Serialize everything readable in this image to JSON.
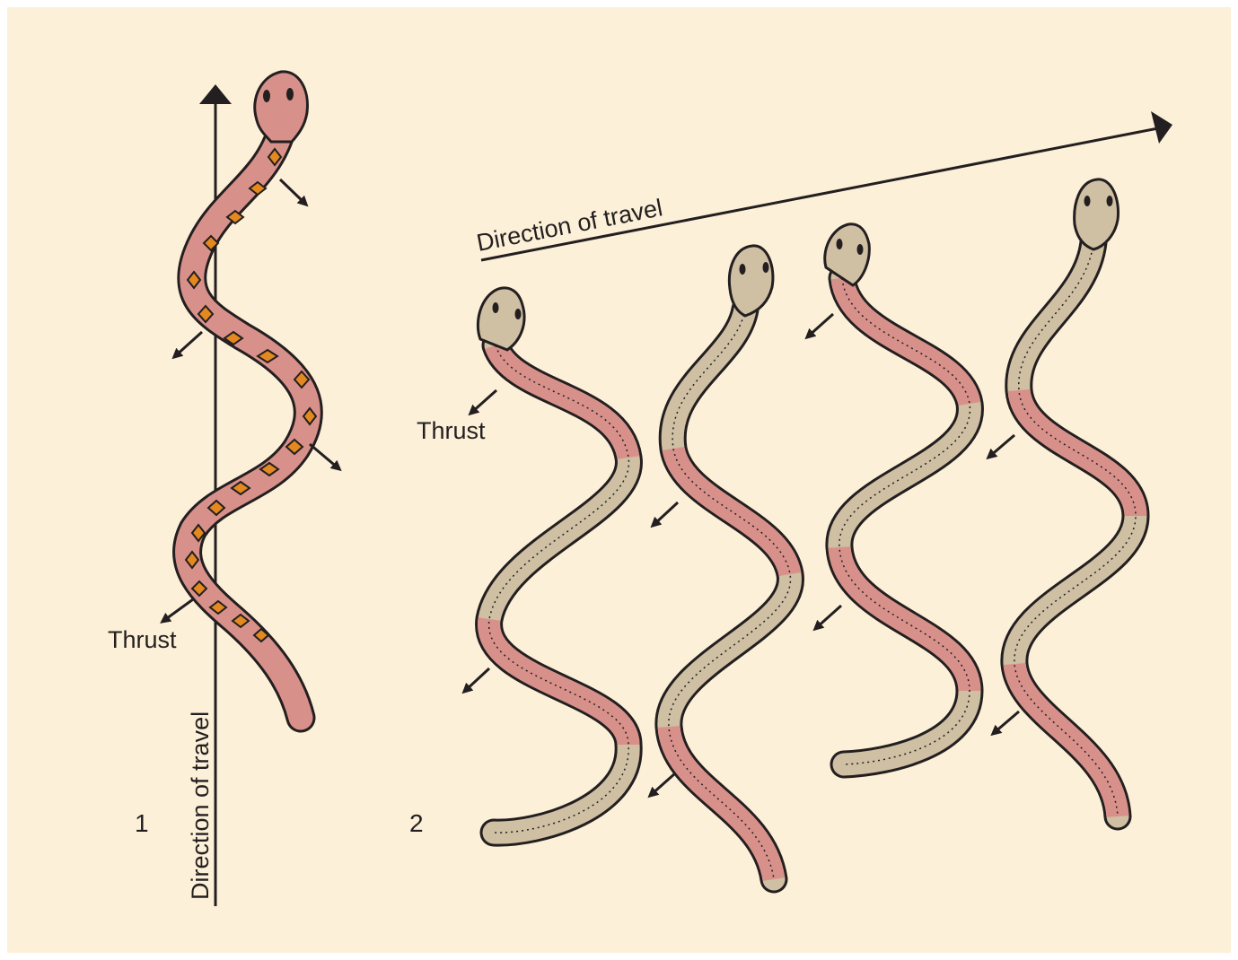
{
  "panel_1": {
    "number": "1",
    "direction_label": "Direction of travel",
    "thrust_label": "Thrust"
  },
  "panel_2": {
    "number": "2",
    "direction_label": "Direction of travel",
    "thrust_label": "Thrust"
  },
  "colors": {
    "background": "#fdf0d8",
    "snake_pink": "#d8918a",
    "snake_tan": "#cfbfa3",
    "outline": "#231f20",
    "pattern_orange": "#e3891f"
  }
}
